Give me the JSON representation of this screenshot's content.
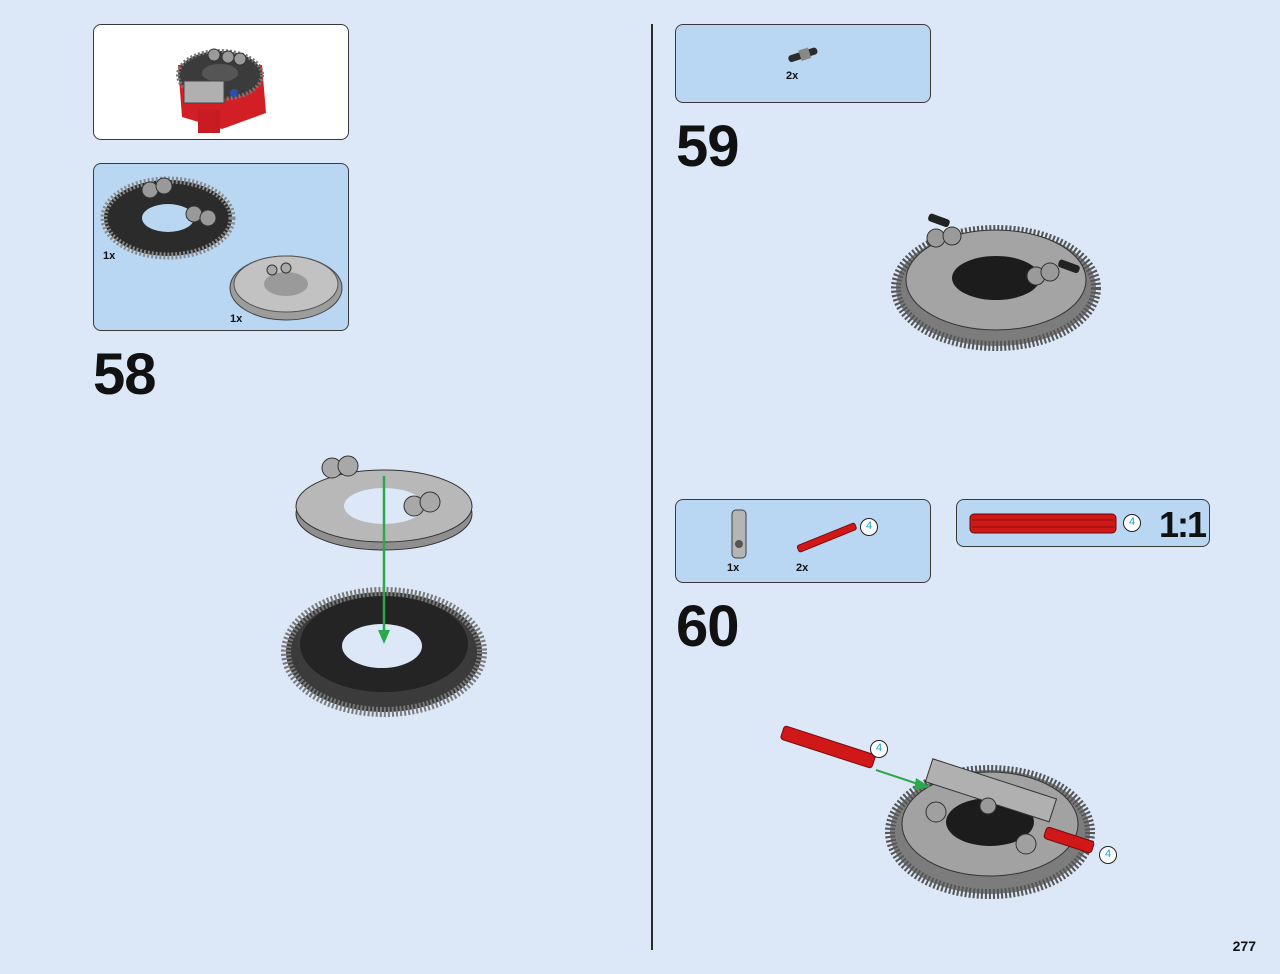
{
  "page": {
    "number": "277"
  },
  "steps": [
    {
      "number": "58",
      "parts": [
        {
          "qty": "1x",
          "part": "turntable-gear-top"
        },
        {
          "qty": "1x",
          "part": "turntable-bottom"
        }
      ]
    },
    {
      "number": "59",
      "parts": [
        {
          "qty": "2x",
          "part": "axle-pin"
        }
      ]
    },
    {
      "number": "60",
      "parts": [
        {
          "qty": "1x",
          "part": "axle-pin-connector"
        },
        {
          "qty": "2x",
          "part": "red-axle-4"
        }
      ]
    }
  ],
  "scale_callout": {
    "length": "4",
    "label": "1:1"
  },
  "callouts": {
    "axle_length": "4"
  },
  "colors": {
    "background": "#dce8f8",
    "parts_box": "#b9d6f2",
    "red_axle": "#d01818",
    "arrow": "#2aa84a",
    "callout": "#1aa0c8"
  }
}
